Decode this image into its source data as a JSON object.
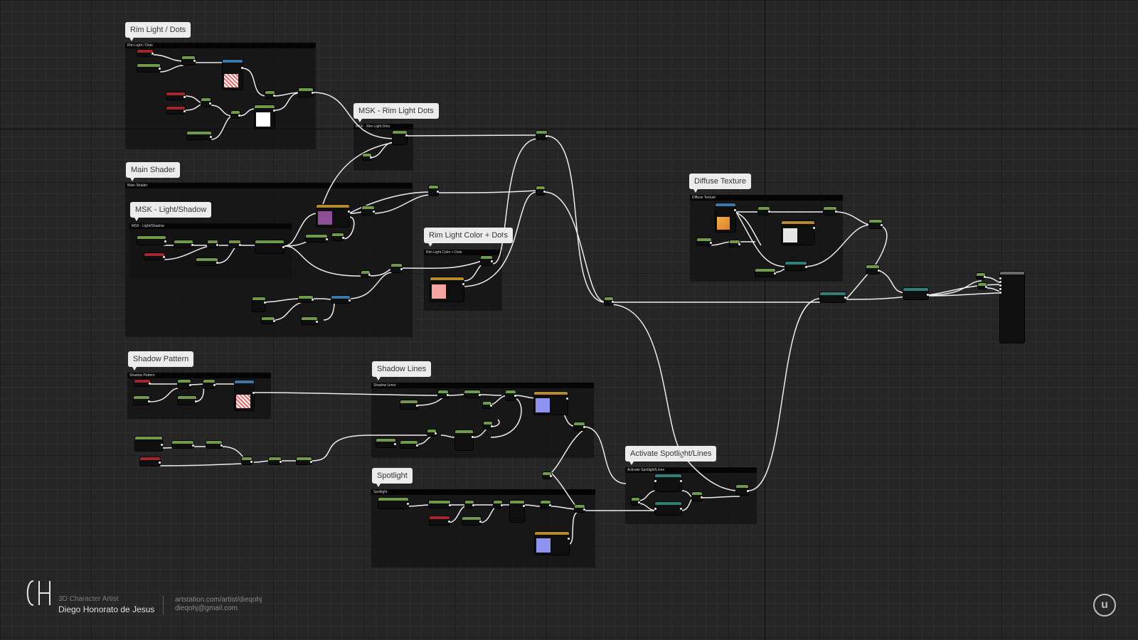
{
  "colors": {
    "green": "#6f9a48",
    "red": "#a3262a",
    "blue": "#3a78a8",
    "gold": "#b58a2a",
    "teal": "#2f7f7a",
    "gray": "#6a6a6a",
    "pink_swatch": "#f5a3a3",
    "periwinkle": "#8e93f2",
    "purple": "#8a4f95",
    "orange": "#e89b32",
    "white": "#f2f2f2",
    "light_gray": "#e6e6e6"
  },
  "comment_groups": [
    {
      "id": "rim-light-dots",
      "bubble": "Rim Light / Dots",
      "header": "Rim Light / Dots"
    },
    {
      "id": "msk-rim-light-dots",
      "bubble": "MSK - Rim Light Dots",
      "header": "MSK - Rim Light Dots"
    },
    {
      "id": "main-shader",
      "bubble": "Main Shader",
      "header": "Main Shader"
    },
    {
      "id": "msk-light-shadow",
      "bubble": "MSK - Light/Shadow",
      "header": "MSK - Light/Shadow"
    },
    {
      "id": "rim-light-color-dots",
      "bubble": "Rim Light Color + Dots",
      "header": "Rim Light Color + Dots"
    },
    {
      "id": "diffuse-texture",
      "bubble": "Diffuse Texture",
      "header": "Diffuse Texture"
    },
    {
      "id": "shadow-pattern",
      "bubble": "Shadow Pattern",
      "header": "Shadow Pattern"
    },
    {
      "id": "shadow-lines",
      "bubble": "Shadow Lines",
      "header": "Shadow Lines"
    },
    {
      "id": "spotlight",
      "bubble": "Spotlight",
      "header": "Spotlight"
    },
    {
      "id": "activate-spotlight-lines",
      "bubble": "Activate Spotlight/Lines",
      "header": "Activate Spotlight/Lines"
    }
  ],
  "footer": {
    "logo_icon": "dh-monogram-icon",
    "role": "3D Character Artist",
    "name": "Diego Honorato de Jesus",
    "url": "artstation.com/artist/dieqohj",
    "email": "dieqohj@gmail.com",
    "engine_icon": "unreal-engine-logo-icon",
    "engine_glyph": "u"
  }
}
